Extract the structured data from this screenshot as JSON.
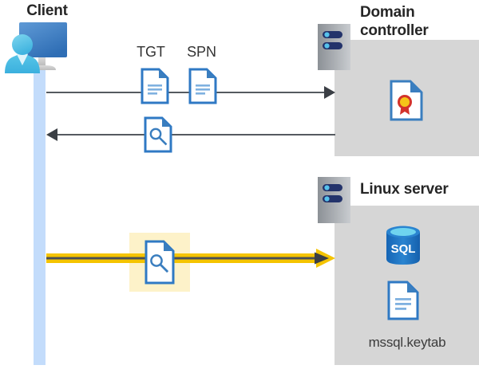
{
  "diagram": {
    "title_client": "Client",
    "title_domain_controller": "Domain\ncontroller",
    "title_domain_controller_line1": "Domain",
    "title_domain_controller_line2": "controller",
    "title_linux_server": "Linux server",
    "label_tgt": "TGT",
    "label_spn": "SPN",
    "label_keytab": "mssql.keytab",
    "icons": {
      "client": "client-workstation-icon",
      "server_dc": "server-rack-icon",
      "server_linux": "server-rack-icon",
      "tgt_doc": "document-icon",
      "spn_doc": "document-icon",
      "ticket_key_doc": "document-with-key-icon",
      "highlighted_key_doc": "document-with-key-icon",
      "certificate": "certificate-document-icon",
      "sql_database": "sql-database-icon",
      "keytab_doc": "document-icon"
    },
    "arrows": [
      {
        "name": "client-to-dc-request",
        "direction": "right",
        "style": "thin-gray"
      },
      {
        "name": "dc-to-client-response",
        "direction": "left",
        "style": "thin-gray"
      },
      {
        "name": "client-to-linux-authenticate",
        "direction": "right",
        "style": "thick-yellow"
      }
    ],
    "colors": {
      "accent_blue": "#3a7ebf",
      "panel_gray": "#d6d6d6",
      "lifeline_blue": "#c3dcfb",
      "highlight_yellow": "#fdf2c9",
      "arrow_yellow": "#f5c400",
      "arrow_gray": "#555a60",
      "title_text": "#262626",
      "sql_blue": "#1d6fc0",
      "cert_red": "#d3322a",
      "cert_gold": "#f5c518"
    }
  }
}
